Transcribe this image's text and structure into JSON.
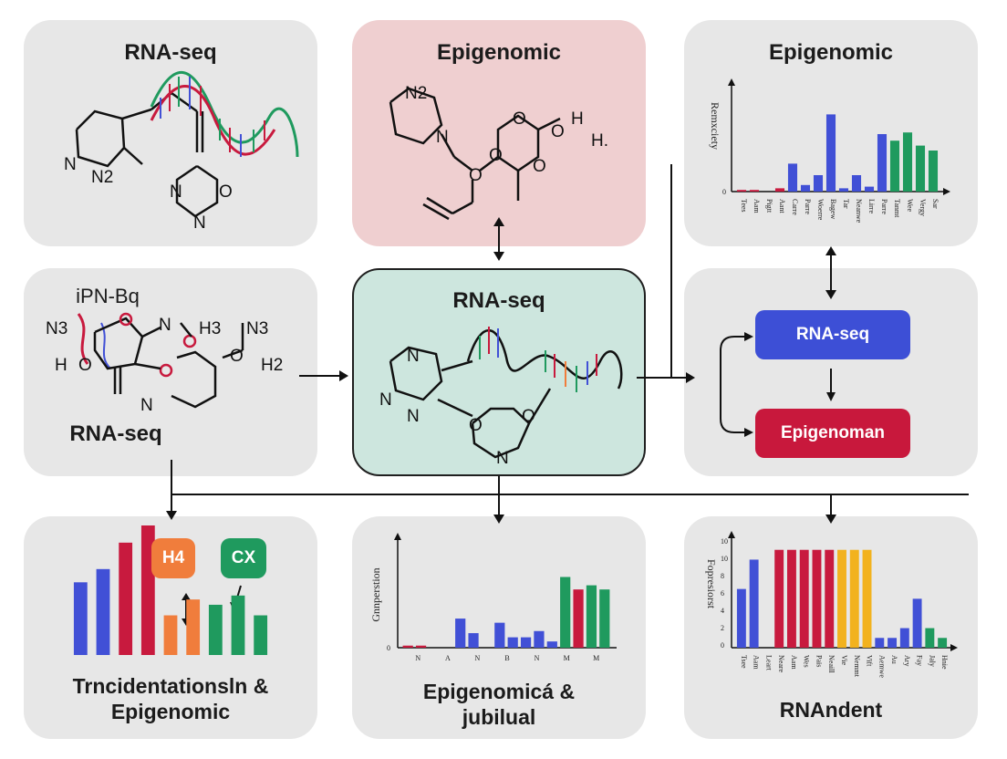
{
  "panels": {
    "top_left": {
      "title": "RNA-seq",
      "atoms": [
        "N",
        "N2",
        "N",
        "O",
        "N"
      ]
    },
    "top_center": {
      "title": "Epigenomic",
      "atoms": [
        "N2",
        "N",
        "O",
        "O",
        "H",
        "O",
        "O",
        "O",
        "H."
      ]
    },
    "top_right": {
      "title": "Epigenomic",
      "ylabel": "Remxciety",
      "zero": "0",
      "ticks": [
        "Tees",
        "Aam",
        "Pigtt",
        "Aant",
        "Carre",
        "Parre",
        "Woerre",
        "Bagew",
        "Tar",
        "Neanwe",
        "Lirre",
        "Parre",
        "Tanmt",
        "Wee",
        "Vergy",
        "Sar"
      ]
    },
    "middle_left": {
      "top_label": "iPN-Bq",
      "caption": "RNA-seq",
      "atoms": [
        "N3",
        "N",
        "H3",
        "N3",
        "H",
        "O",
        "O",
        "H2",
        "N"
      ]
    },
    "middle_center": {
      "title": "RNA-seq",
      "atoms": [
        "N",
        "N",
        "N",
        "O",
        "O",
        "N"
      ]
    },
    "middle_right": {
      "pill_top": "RNA-seq",
      "pill_bottom": "Epigenoman",
      "pill_top_color": "#3d4fd6",
      "pill_bottom_color": "#c8183c"
    },
    "bottom_left": {
      "badge_left": "H4",
      "badge_right": "CX",
      "caption_line1": "Trncidentationsln &",
      "caption_line2": "Epigenomic"
    },
    "bottom_center": {
      "ylabel": "Gnnperstion",
      "zero": "0",
      "ticks": [
        "N",
        "A",
        "N",
        "B",
        "N",
        "M",
        "M"
      ],
      "caption_line1": "Epigenomicá &",
      "caption_line2": "jubilual"
    },
    "bottom_right": {
      "ylabel": "Fopresiorst",
      "yticks": [
        "10",
        "10",
        "8",
        "6",
        "4",
        "2",
        "0"
      ],
      "ticks": [
        "Tsee",
        "Aam",
        "Leart",
        "Neare",
        "Aam",
        "Wes",
        "Pais",
        "Neaill",
        "Vie",
        "Nemmt",
        "Vift",
        "Aemwe",
        "Au",
        "Ary",
        "Fay",
        "Jaly",
        "Hnie"
      ],
      "caption": "RNAndent"
    }
  },
  "colors": {
    "blue": "#4150d6",
    "red": "#c81a3e",
    "green": "#1f9a5e",
    "orange": "#f07d3c",
    "gold": "#f2b21e"
  },
  "chart_data": [
    {
      "type": "bar",
      "title": "Epigenomic",
      "ylabel": "Remxciety",
      "categories": [
        "Tees",
        "Aam",
        "Pigtt",
        "Aant",
        "Carre",
        "Parre",
        "Woerre",
        "Bagew",
        "Tar",
        "Neanwe",
        "Lirre",
        "Parre",
        "Tanmt",
        "Wee",
        "Vergy",
        "Sar"
      ],
      "values": [
        1,
        1,
        0,
        2,
        17,
        4,
        10,
        47,
        2,
        10,
        3,
        35,
        31,
        36,
        28,
        25
      ],
      "colors": [
        "red",
        "red",
        "gray",
        "red",
        "blue",
        "blue",
        "blue",
        "blue",
        "blue",
        "blue",
        "blue",
        "blue",
        "green",
        "green",
        "green",
        "green"
      ],
      "ylim": [
        0,
        60
      ]
    },
    {
      "type": "bar",
      "ylabel": "Gnnperstion",
      "values": [
        1,
        1,
        0,
        0,
        14,
        7,
        0,
        12,
        5,
        5,
        8,
        3,
        34,
        28,
        30,
        28
      ],
      "colors": [
        "red",
        "red",
        "gray",
        "gray",
        "blue",
        "blue",
        "gray",
        "blue",
        "blue",
        "blue",
        "blue",
        "blue",
        "green",
        "red",
        "green",
        "green"
      ],
      "ylim": [
        0,
        50
      ]
    },
    {
      "type": "bar",
      "ylabel": "Fopresiorst",
      "values": [
        6,
        9,
        0,
        10,
        10,
        10,
        10,
        10,
        10,
        10,
        10,
        1,
        1,
        2,
        5,
        2,
        1
      ],
      "colors": [
        "blue",
        "blue",
        "gray",
        "red",
        "red",
        "red",
        "red",
        "red",
        "gold",
        "gold",
        "gold",
        "blue",
        "blue",
        "blue",
        "blue",
        "green",
        "green"
      ],
      "ylim": [
        0,
        11
      ]
    },
    {
      "type": "bar",
      "values": [
        55,
        65,
        85,
        98,
        30,
        42,
        38,
        45,
        30
      ],
      "colors": [
        "blue",
        "blue",
        "red",
        "red",
        "orange",
        "orange",
        "green",
        "green",
        "green"
      ]
    }
  ]
}
